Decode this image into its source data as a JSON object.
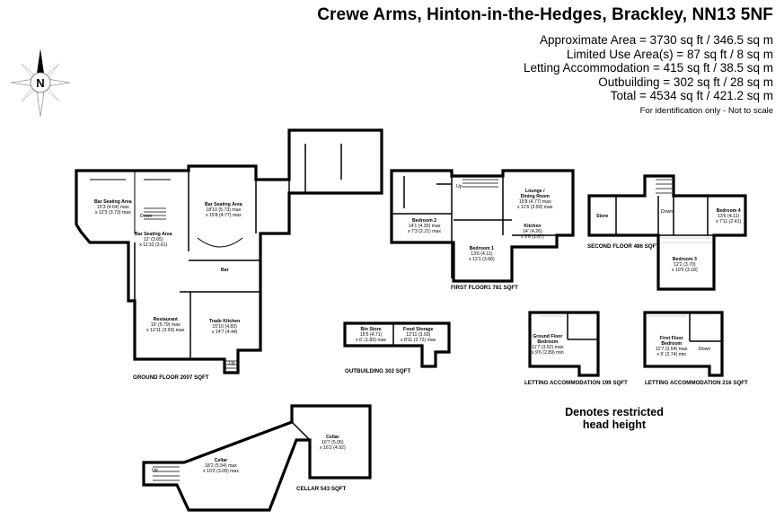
{
  "header": {
    "title": "Crewe Arms, Hinton-in-the-Hedges, Brackley, NN13 5NF",
    "areas": [
      "Approximate Area = 3730 sq ft / 346.5 sq m",
      "Limited Use Area(s) = 87 sq ft / 8 sq m",
      "Letting Accommodation = 415 sq ft / 38.5 sq m",
      "Outbuilding = 302 sq ft / 28 sq m",
      "Total = 4534 sq ft / 421.2 sq m"
    ],
    "identification": "For identification only - Not to scale"
  },
  "compass": {
    "letter": "N"
  },
  "note": {
    "line1": "Denotes restricted",
    "line2": "head height"
  },
  "floors": {
    "ground": "GROUND FLOOR 2007 SQFT",
    "first": "FIRST FLOOR1 781 SQFT",
    "second": "SECOND FLOOR 486 SQFT",
    "outbuilding": "OUTBUILDING 302 SQFT",
    "letting199": "LETTING ACCOMMODATION 199 SQFT",
    "letting216": "LETTING ACCOMMODATION 216 SQFT",
    "cellar": "CELLAR 543 SQFT"
  },
  "rooms": {
    "bar_seating_1": {
      "name": "Bar Seating Area",
      "dims": "15'3 (4.64) max",
      "dims2": "x 12'3 (3.73) max"
    },
    "bar_seating_2": {
      "name": "Bar Seating Area",
      "dims": "12' (3.65)",
      "dims2": "x 11'10 (3.61)"
    },
    "bar_seating_3": {
      "name": "Bar Seating Area",
      "dims": "18'10 (5.73) max",
      "dims2": "x 15'8 (4.77) max"
    },
    "bar": {
      "name": "Bar"
    },
    "restaurant": {
      "name": "Restaurant",
      "dims": "19' (5.79) max",
      "dims2": "x 12'11 (3.93) max"
    },
    "trade_kitchen": {
      "name": "Trade Kitchen",
      "dims": "15'10 (4.83)",
      "dims2": "x 14'7 (4.44)"
    },
    "down": "Down",
    "up": "Up",
    "bedroom_2": {
      "name": "Bedroom 2",
      "dims": "14'1 (4.30) max",
      "dims2": "x 7'3 (2.21) max"
    },
    "bedroom_1": {
      "name": "Bedroom 1",
      "dims": "13'6 (4.11)",
      "dims2": "x 12'1 (3.68)"
    },
    "lounge": {
      "name": "Lounge /",
      "name2": "Dining Room",
      "dims": "15'8 (4.77) max",
      "dims2": "x 11'6 (3.50) max"
    },
    "kitchen": {
      "name": "Kitchen",
      "dims": "14' (4.26)",
      "dims2": "x 5'6 (1.67)"
    },
    "store": {
      "name": "Store"
    },
    "bedroom_4": {
      "name": "Bedroom 4",
      "dims": "13'6 (4.11)",
      "dims2": "x 7'11 (2.41)"
    },
    "bedroom_3": {
      "name": "Bedroom 3",
      "dims": "12'2 (3.70)",
      "dims2": "x 10'5 (3.18)"
    },
    "bin_store": {
      "name": "Bin Store",
      "dims": "15'5 (4.71)",
      "dims2": "x 6' (1.83) max"
    },
    "food_storage": {
      "name": "Food Storage",
      "dims": "12'11 (3.93)",
      "dims2": "x 8'11 (2.72) max"
    },
    "ground_floor_bedroom": {
      "name": "Ground Floor",
      "name2": "Bedroom",
      "dims": "11'7 (3.52) max",
      "dims2": "x 9'6 (2.89) min"
    },
    "first_floor_bedroom": {
      "name": "First Floor",
      "name2": "Bedroom",
      "dims": "11'7 (3.54) max",
      "dims2": "x 9' (2.74) min"
    },
    "cellar_1": {
      "name": "Cellar",
      "dims": "16'7 (5.05)",
      "dims2": "x 16'2 (4.92)"
    },
    "cellar_2": {
      "name": "Cellar",
      "dims": "18'2 (5.54) max",
      "dims2": "x 10'2 (3.09) max"
    }
  }
}
